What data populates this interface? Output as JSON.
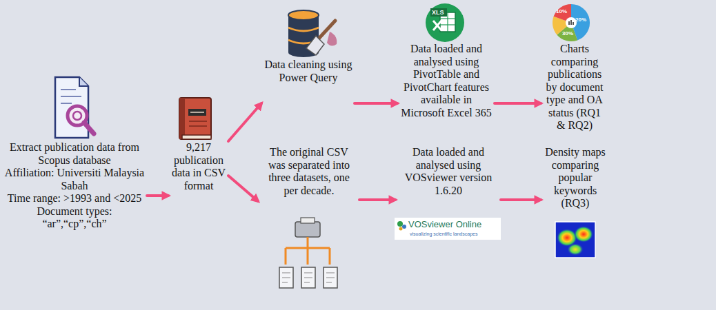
{
  "diagram": {
    "nodes": [
      {
        "text": [
          "Extract publication data from Scopus database",
          "Affiliation: Universiti Malaysia Sabah",
          "Time range: >1993 and <2025",
          "Document types: “ar”,“cp”,“ch”"
        ]
      },
      {
        "text": [
          "9,217 publication data in CSV format"
        ]
      },
      {
        "text": [
          "Data cleaning using Power Query"
        ]
      },
      {
        "text": [
          "Data loaded and analysed using PivotTable and PivotChart features available in Microsoft Excel 365"
        ]
      },
      {
        "text": [
          "Charts comparing publications by document type and OA status (RQ1 & RQ2)"
        ]
      },
      {
        "text": [
          "The original CSV was separated into three datasets, one per decade."
        ]
      },
      {
        "text": [
          "Data loaded and analysed using VOSviewer version 1.6.20"
        ]
      },
      {
        "text": [
          "Density maps comparing popular keywords (RQ3)"
        ]
      }
    ],
    "edges": [
      {
        "from": 0,
        "to": 1,
        "arrow": "to"
      },
      {
        "from": 1,
        "to": 2,
        "arrow": "to"
      },
      {
        "from": 1,
        "to": 5,
        "arrow": "to"
      },
      {
        "from": 2,
        "to": 3,
        "arrow": "to"
      },
      {
        "from": 3,
        "to": 4,
        "arrow": "to"
      },
      {
        "from": 5,
        "to": 6,
        "arrow": "to"
      },
      {
        "from": 6,
        "to": 7,
        "arrow": "to"
      }
    ],
    "labels": [
      "XLS",
      "10%",
      "20%",
      "30%",
      "VOSviewer Online",
      "visualizing scientific landscapes"
    ]
  }
}
